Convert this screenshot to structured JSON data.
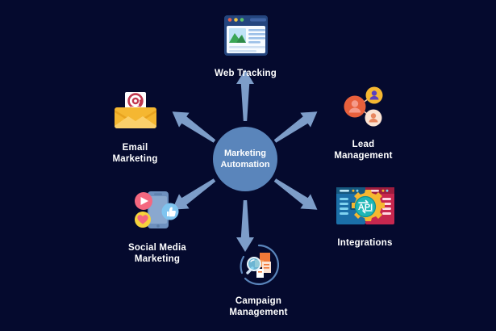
{
  "diagram": {
    "type": "hub-and-spoke",
    "background_color": "#050a2e",
    "hub": {
      "label": "Marketing\nAutomation",
      "color": "#5a85bb",
      "text_color": "#ffffff"
    },
    "arrow_color": "#7d9dc9",
    "nodes": [
      {
        "id": "web-tracking",
        "label": "Web Tracking",
        "icon": "browser-window-icon",
        "position": "top",
        "colors": {
          "frame": "#1f3a6b",
          "body": "#ffffff",
          "image": "#3aa655",
          "sky": "#bfe3f7"
        }
      },
      {
        "id": "lead-management",
        "label": "Lead\nManagement",
        "icon": "connected-users-icon",
        "position": "top-right",
        "colors": {
          "primary": "#e8603c",
          "secondary": "#f5b731",
          "tertiary": "#fbe2d2",
          "person": "#5a3fc0"
        }
      },
      {
        "id": "integrations",
        "label": "Integrations",
        "icon": "api-gear-icon",
        "position": "bottom-right",
        "colors": {
          "left_panel": "#1b6fa8",
          "right_panel": "#c7274f",
          "gear": "#f5b731",
          "api_disc": "#1fb6b6"
        }
      },
      {
        "id": "campaign-management",
        "label": "Campaign\nManagement",
        "icon": "magnifier-blocks-icon",
        "position": "bottom",
        "colors": {
          "ring": "#5a85bb",
          "blocks": "#f07838",
          "lens": "#7fd3f0"
        }
      },
      {
        "id": "social-media-marketing",
        "label": "Social Media\nMarketing",
        "icon": "smartphone-reactions-icon",
        "position": "bottom-left",
        "colors": {
          "phone": "#6e90bf",
          "play": "#f4677f",
          "thumb": "#7fc4ef",
          "heart": "#f5d33c"
        }
      },
      {
        "id": "email-marketing",
        "label": "Email\nMarketing",
        "icon": "envelope-at-icon",
        "position": "top-left",
        "colors": {
          "envelope": "#f5b731",
          "letter": "#ffffff",
          "at": "#c2384f"
        }
      }
    ]
  }
}
